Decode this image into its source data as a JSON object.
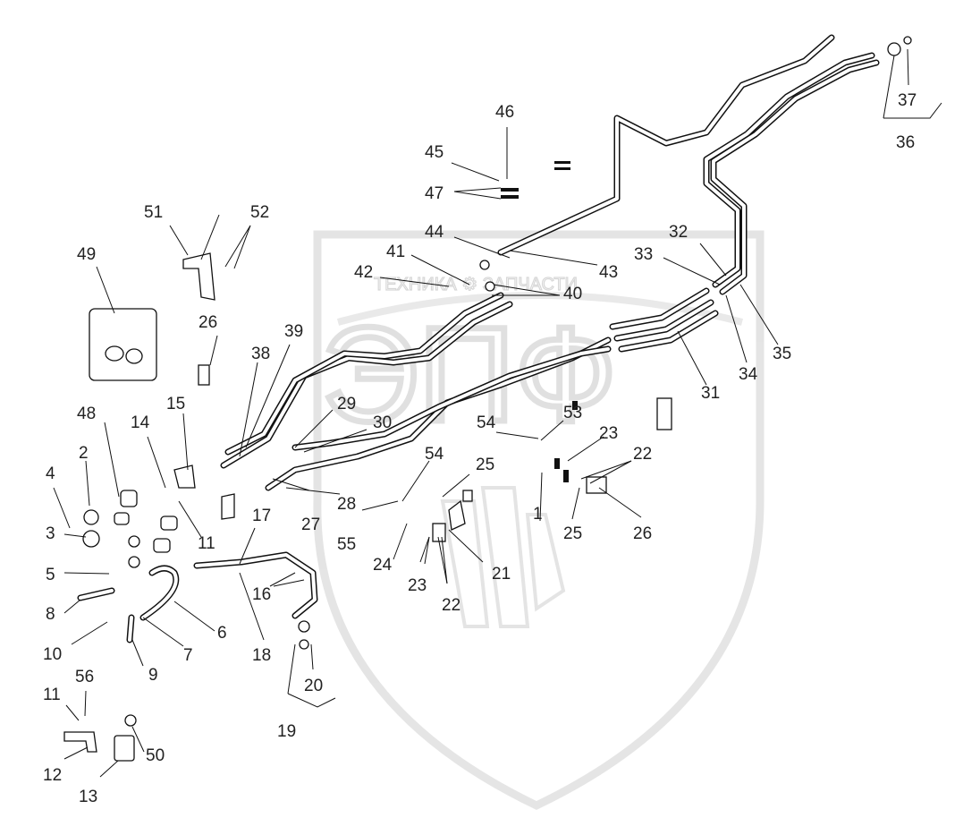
{
  "watermark": {
    "text": "ТЕХНИКА ⚙ ЗАПЧАСТИ",
    "logo": "ЭПФ"
  },
  "callouts": [
    {
      "id": "c1",
      "label": "1"
    },
    {
      "id": "c2",
      "label": "2"
    },
    {
      "id": "c3",
      "label": "3"
    },
    {
      "id": "c4",
      "label": "4"
    },
    {
      "id": "c5",
      "label": "5"
    },
    {
      "id": "c6",
      "label": "6"
    },
    {
      "id": "c7",
      "label": "7"
    },
    {
      "id": "c8",
      "label": "8"
    },
    {
      "id": "c9",
      "label": "9"
    },
    {
      "id": "c10",
      "label": "10"
    },
    {
      "id": "c11a",
      "label": "11"
    },
    {
      "id": "c11b",
      "label": "11"
    },
    {
      "id": "c12",
      "label": "12"
    },
    {
      "id": "c13",
      "label": "13"
    },
    {
      "id": "c14",
      "label": "14"
    },
    {
      "id": "c15",
      "label": "15"
    },
    {
      "id": "c16",
      "label": "16"
    },
    {
      "id": "c17",
      "label": "17"
    },
    {
      "id": "c18",
      "label": "18"
    },
    {
      "id": "c19",
      "label": "19"
    },
    {
      "id": "c20",
      "label": "20"
    },
    {
      "id": "c21",
      "label": "21"
    },
    {
      "id": "c22a",
      "label": "22"
    },
    {
      "id": "c22b",
      "label": "22"
    },
    {
      "id": "c23a",
      "label": "23"
    },
    {
      "id": "c23b",
      "label": "23"
    },
    {
      "id": "c24",
      "label": "24"
    },
    {
      "id": "c25a",
      "label": "25"
    },
    {
      "id": "c25b",
      "label": "25"
    },
    {
      "id": "c26a",
      "label": "26"
    },
    {
      "id": "c26b",
      "label": "26"
    },
    {
      "id": "c27",
      "label": "27"
    },
    {
      "id": "c28",
      "label": "28"
    },
    {
      "id": "c29",
      "label": "29"
    },
    {
      "id": "c30",
      "label": "30"
    },
    {
      "id": "c31",
      "label": "31"
    },
    {
      "id": "c32",
      "label": "32"
    },
    {
      "id": "c33",
      "label": "33"
    },
    {
      "id": "c34",
      "label": "34"
    },
    {
      "id": "c35",
      "label": "35"
    },
    {
      "id": "c36",
      "label": "36"
    },
    {
      "id": "c37",
      "label": "37"
    },
    {
      "id": "c38",
      "label": "38"
    },
    {
      "id": "c39",
      "label": "39"
    },
    {
      "id": "c40",
      "label": "40"
    },
    {
      "id": "c41",
      "label": "41"
    },
    {
      "id": "c42",
      "label": "42"
    },
    {
      "id": "c43",
      "label": "43"
    },
    {
      "id": "c44",
      "label": "44"
    },
    {
      "id": "c45",
      "label": "45"
    },
    {
      "id": "c46",
      "label": "46"
    },
    {
      "id": "c47",
      "label": "47"
    },
    {
      "id": "c48",
      "label": "48"
    },
    {
      "id": "c49",
      "label": "49"
    },
    {
      "id": "c50",
      "label": "50"
    },
    {
      "id": "c51",
      "label": "51"
    },
    {
      "id": "c52",
      "label": "52"
    },
    {
      "id": "c54a",
      "label": "54"
    },
    {
      "id": "c54b",
      "label": "54"
    },
    {
      "id": "c55",
      "label": "55"
    },
    {
      "id": "c53",
      "label": "53"
    },
    {
      "id": "c56",
      "label": "56"
    }
  ]
}
